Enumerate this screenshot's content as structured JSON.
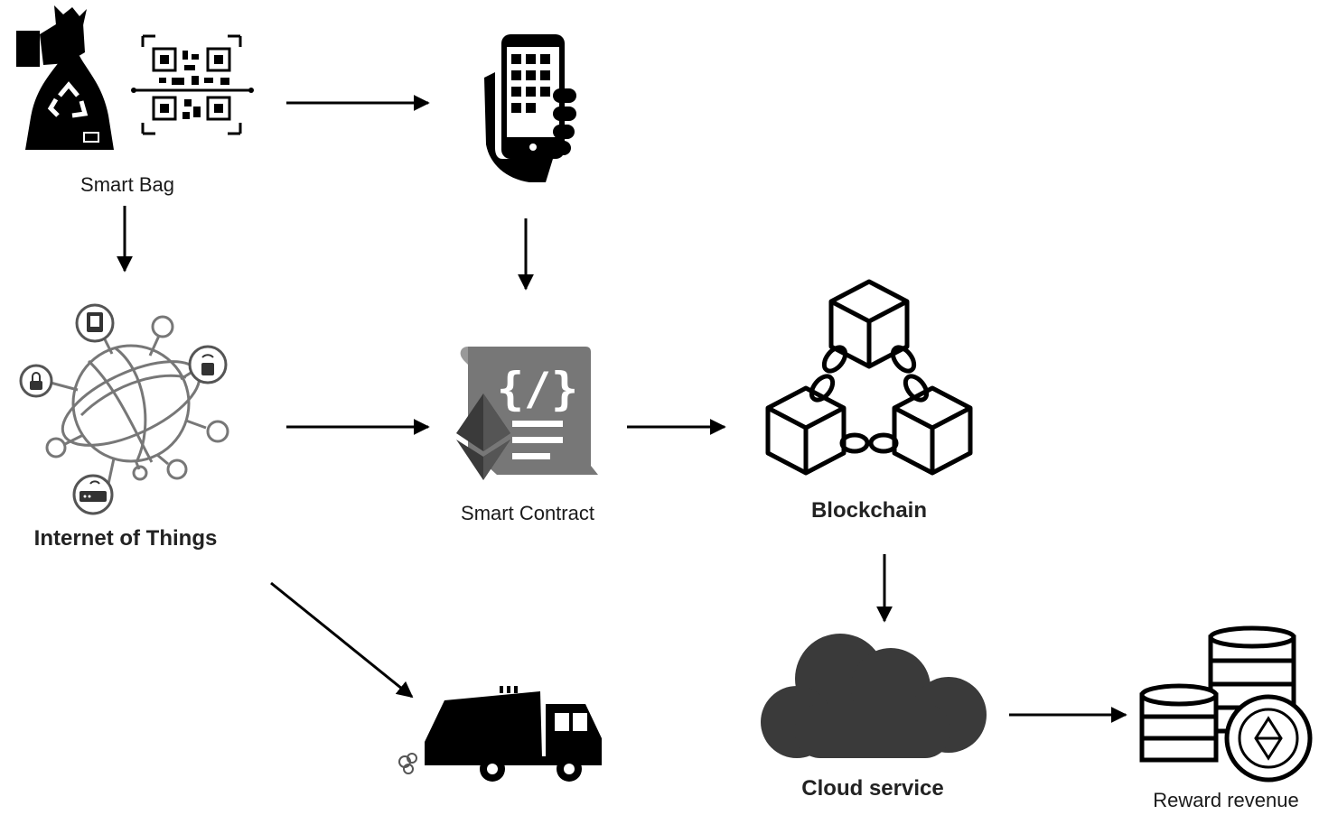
{
  "nodes": {
    "smart_bag": {
      "label": "Smart Bag",
      "icon": "smart-bag-qr-icon"
    },
    "smartphone": {
      "label": "",
      "icon": "smartphone-icon"
    },
    "iot": {
      "label": "Internet of Things",
      "icon": "iot-network-icon"
    },
    "smart_contract": {
      "label": "Smart Contract",
      "icon": "ethereum-contract-icon"
    },
    "blockchain": {
      "label": "Blockchain",
      "icon": "blockchain-cubes-icon"
    },
    "truck": {
      "label": "",
      "icon": "garbage-truck-icon"
    },
    "cloud": {
      "label": "Cloud service",
      "icon": "cloud-icon"
    },
    "reward": {
      "label": "Reward  revenue",
      "icon": "coin-stack-icon"
    }
  },
  "edges": [
    {
      "from": "smart_bag",
      "to": "smartphone"
    },
    {
      "from": "smart_bag",
      "to": "iot"
    },
    {
      "from": "smartphone",
      "to": "smart_contract"
    },
    {
      "from": "iot",
      "to": "smart_contract"
    },
    {
      "from": "smart_contract",
      "to": "blockchain"
    },
    {
      "from": "iot",
      "to": "truck"
    },
    {
      "from": "blockchain",
      "to": "cloud"
    },
    {
      "from": "cloud",
      "to": "reward"
    }
  ],
  "colors": {
    "ink": "#000000",
    "gray": "#7a7a7a",
    "cloud": "#3a3a3a"
  }
}
